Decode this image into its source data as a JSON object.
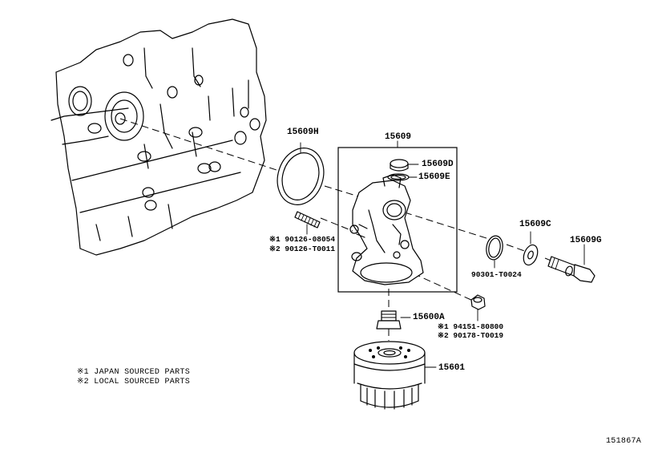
{
  "parts": {
    "p15609h": "15609H",
    "p15609": "15609",
    "p15609d": "15609D",
    "p15609e": "15609E",
    "p15609c": "15609C",
    "p15609g": "15609G",
    "p15600a": "15600A",
    "p15601": "15601",
    "p90301": "90301-T0024"
  },
  "stud_bolt": {
    "line1": "※1 90126-08054",
    "line2": "※2 90126-T0011"
  },
  "plug": {
    "line1": "※1 94151-80800",
    "line2": "※2 90178-T0019"
  },
  "legend": {
    "line1": "※1 JAPAN SOURCED PARTS",
    "line2": "※2 LOCAL SOURCED PARTS"
  },
  "figure_id": "151867A"
}
